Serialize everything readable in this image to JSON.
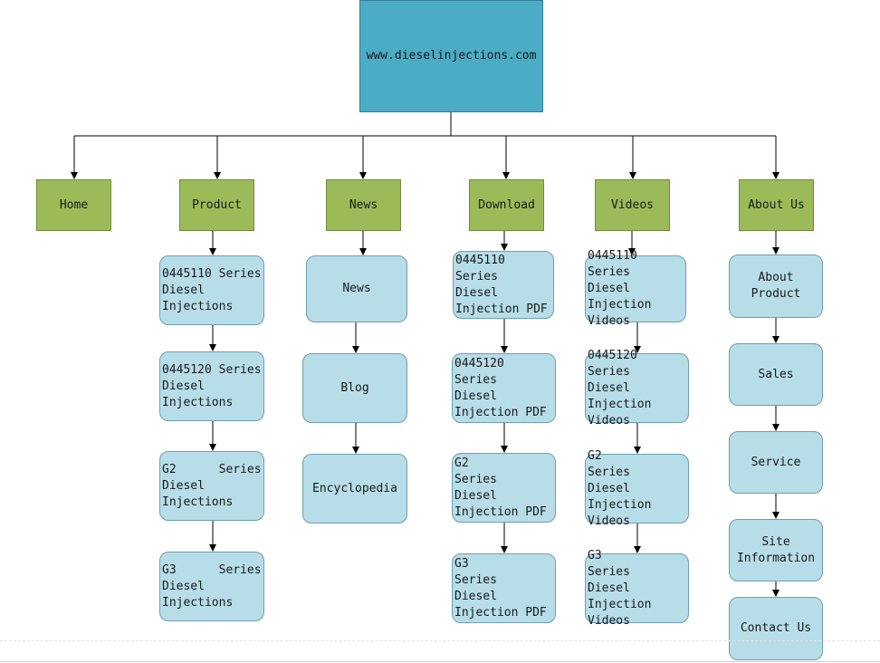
{
  "root": "www.dieselinjections.com",
  "categories": [
    "Home",
    "Product",
    "News",
    "Download",
    "Videos",
    "About Us"
  ],
  "product": [
    "0445110 Series\nDiesel\nInjections",
    "0445120 Series\nDiesel\nInjections",
    "G2      Series\nDiesel\nInjections",
    "G3      Series\nDiesel\nInjections"
  ],
  "news": [
    "News",
    "Blog",
    "Encyclopedia"
  ],
  "download": [
    "0445110 Series\nDiesel\nInjection PDF",
    "0445120 Series\nDiesel\nInjection PDF",
    "G2      Series\nDiesel\nInjection PDF",
    "G3      Series\nDiesel\nInjection PDF"
  ],
  "videos": [
    "0445110 Series\nDiesel\nInjection\nVideos",
    "0445120 Series\nDiesel\nInjection\nVideos",
    "G2      Series\nDiesel\nInjection\nVideos",
    "G3      Series\nDiesel\nInjection\nVideos"
  ],
  "about": [
    "About Product",
    "Sales",
    "Service",
    "Site\nInformation",
    "Contact Us"
  ],
  "colors": {
    "root_fill": "#4bacc6",
    "category_fill": "#9bbb59",
    "leaf_fill": "#b7dde8",
    "connector": "#000000"
  }
}
